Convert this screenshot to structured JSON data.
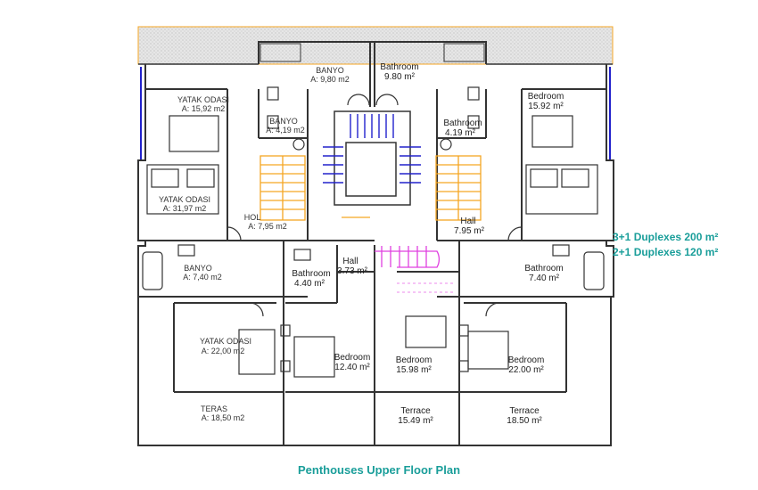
{
  "legend": {
    "line1": "3+1 Duplexes 200 m²",
    "line2": "2+1 Duplexes 120 m²"
  },
  "caption": "Penthouses Upper Floor Plan",
  "colors": {
    "wall": "#333333",
    "stair_orange": "#f5a623",
    "stair_blue": "#2222cc",
    "stair_magenta": "#e040e0",
    "roof_hatch": "#cccccc",
    "roof_border": "#f5a623",
    "accent_teal": "#1a9e9a"
  },
  "rooms": {
    "left_banyo_top": {
      "name": "BANYO",
      "area": "A: 9,80 m2"
    },
    "right_bathroom_top": {
      "name": "Bathroom",
      "area": "9.80 m²"
    },
    "left_yatak_top": {
      "name": "YATAK ODASI",
      "area": "A: 15,92 m2"
    },
    "left_banyo_small": {
      "name": "BANYO",
      "area": "A: 4,19 m2"
    },
    "right_bathroom_small": {
      "name": "Bathroom",
      "area": "4.19 m²"
    },
    "right_bedroom_top": {
      "name": "Bedroom",
      "area": "15.92 m²"
    },
    "left_yatak_mid": {
      "name": "YATAK ODASI",
      "area": "A: 31,97 m2"
    },
    "left_hol": {
      "name": "HOL",
      "area": "A: 7,95 m2"
    },
    "right_hall": {
      "name": "Hall",
      "area": "7.95 m²"
    },
    "left_banyo_mid": {
      "name": "BANYO",
      "area": "A: 7,40 m2"
    },
    "center_bathroom": {
      "name": "Bathroom",
      "area": "4.40 m²"
    },
    "center_hall": {
      "name": "Hall",
      "area": "3.73 m²"
    },
    "right_bathroom_mid": {
      "name": "Bathroom",
      "area": "7.40 m²"
    },
    "left_yatak_low": {
      "name": "YATAK ODASI",
      "area": "A: 22,00 m2"
    },
    "center_bedroom_a": {
      "name": "Bedroom",
      "area": "12.40 m²"
    },
    "center_bedroom_b": {
      "name": "Bedroom",
      "area": "15.98 m²"
    },
    "right_bedroom_low": {
      "name": "Bedroom",
      "area": "22.00 m²"
    },
    "left_teras": {
      "name": "TERAS",
      "area": "A: 18,50 m2"
    },
    "center_terrace": {
      "name": "Terrace",
      "area": "15.49 m²"
    },
    "right_terrace": {
      "name": "Terrace",
      "area": "18.50 m²"
    }
  }
}
